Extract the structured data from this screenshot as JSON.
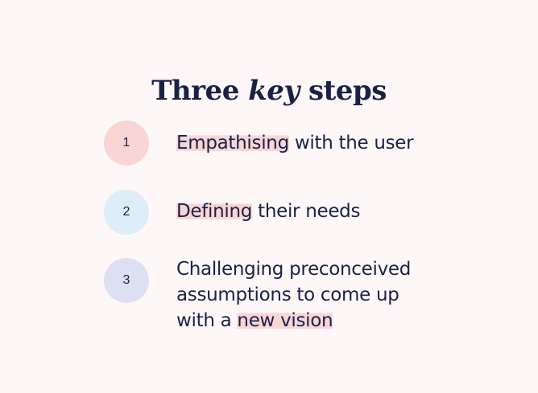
{
  "title": {
    "before": "Three ",
    "emphasis": "key",
    "after": " steps"
  },
  "colors": {
    "background": "#fdf8f7",
    "text": "#1a2146",
    "highlight": "#f9d6d6",
    "circle_1": "#f9d6d6",
    "circle_2": "#dcedf7",
    "circle_3": "#dde0f3"
  },
  "steps": [
    {
      "number": "1",
      "highlight": "Empathising",
      "rest": " with the user"
    },
    {
      "number": "2",
      "highlight": "Defining",
      "rest": " their needs"
    },
    {
      "number": "3",
      "line1": "Challenging preconceived",
      "line2": "assumptions to come up",
      "line3_before": "with a ",
      "highlight": "new vision"
    }
  ]
}
